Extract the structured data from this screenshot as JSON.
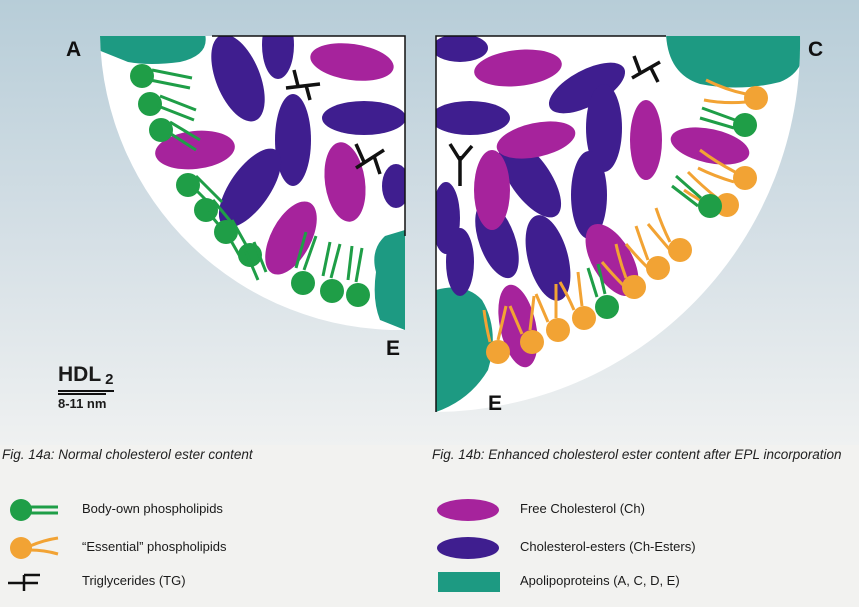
{
  "diagram": {
    "panel_a_letter": "A",
    "panel_a_bottom_letter": "E",
    "panel_b_letter": "C",
    "panel_b_bottom_letter": "E",
    "size_label": {
      "name": "HDL",
      "subscript": "2",
      "range": "8-11 nm"
    },
    "colors": {
      "free_cholesterol": "#a6239c",
      "cholesterol_esters": "#3f1e8f",
      "body_own_phospholipids": "#1f9e47",
      "essential_phospholipids": "#f2a334",
      "apolipoproteins": "#1d9a82"
    }
  },
  "captions": {
    "fig_a": "Fig. 14a: Normal cholesterol ester content",
    "fig_b": "Fig. 14b: Enhanced cholesterol ester content after EPL incorporation"
  },
  "legend": {
    "left": [
      {
        "icon": "green-phospholipid-icon",
        "label": "Body-own phospholipids"
      },
      {
        "icon": "orange-phospholipid-icon",
        "label": "“Essential” phospholipids"
      },
      {
        "icon": "triglyceride-icon",
        "label": "Triglycerides (TG)"
      }
    ],
    "right": [
      {
        "icon": "magenta-ellipse-icon",
        "label": "Free Cholesterol (Ch)"
      },
      {
        "icon": "purple-ellipse-icon",
        "label": "Cholesterol-esters (Ch-Esters)"
      },
      {
        "icon": "teal-rectangle-icon",
        "label": "Apolipoproteins (A, C, D, E)"
      }
    ]
  }
}
